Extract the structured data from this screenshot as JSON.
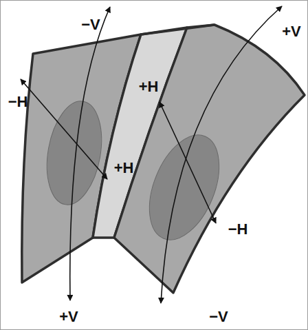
{
  "diagram": {
    "labels": [
      "−V",
      "+V",
      "−H",
      "+H",
      "+H",
      "−H",
      "+V",
      "−V"
    ]
  }
}
